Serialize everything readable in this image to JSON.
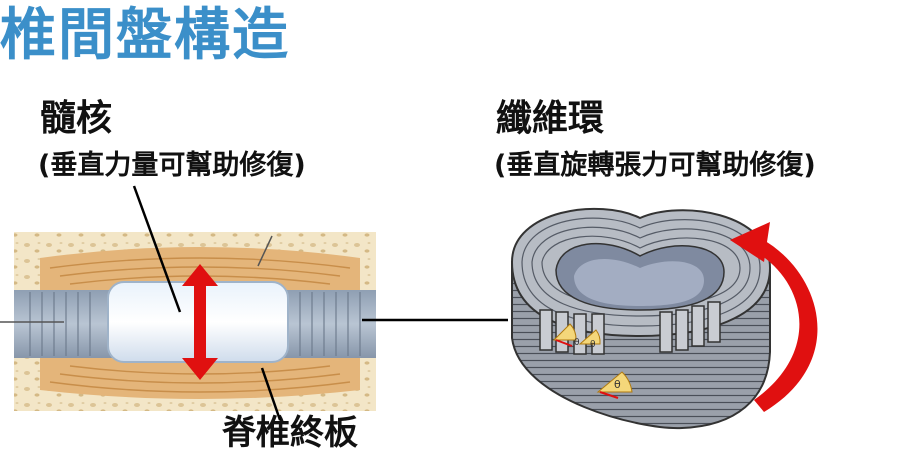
{
  "title": "椎間盤構造",
  "nucleus": {
    "label": "髓核",
    "desc": "(垂直力量可幫助修復)"
  },
  "annulus": {
    "label": "纖維環",
    "desc": "(垂直旋轉張力可幫助修復)"
  },
  "endplate": {
    "label": "脊椎終板"
  },
  "theta": "θ",
  "colors": {
    "title": "#3b8fc9",
    "arrow": "#e01010"
  }
}
